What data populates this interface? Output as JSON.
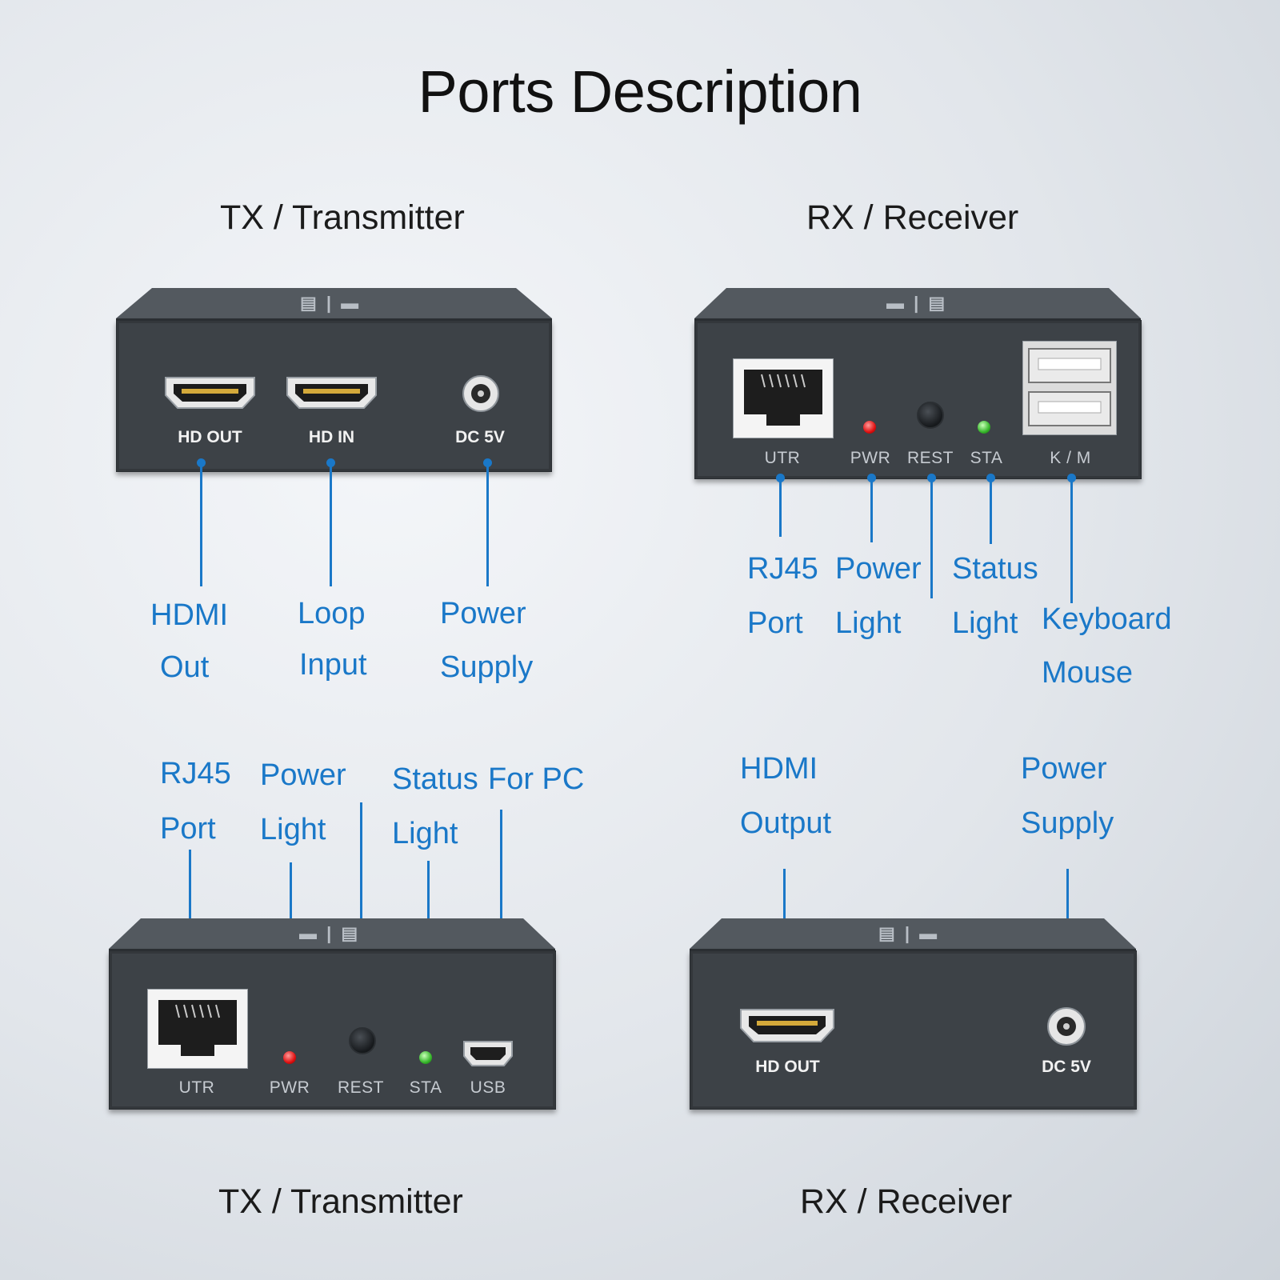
{
  "title": "Ports Description",
  "sections": {
    "tx_top": "TX / Transmitter",
    "rx_top": "RX / Receiver",
    "tx_bottom": "TX / Transmitter",
    "rx_bottom": "RX / Receiver"
  },
  "device_mark": "|",
  "tx_front": {
    "ports": {
      "hd_out": "HD OUT",
      "hd_in": "HD IN",
      "dc": "DC 5V"
    },
    "captions": {
      "hdmi_out": [
        "HDMI",
        "Out"
      ],
      "loop_input": [
        "Loop",
        "Input"
      ],
      "power_supply": [
        "Power",
        "Supply"
      ]
    }
  },
  "rx_back": {
    "ports": {
      "utr": "UTR",
      "pwr": "PWR",
      "rest": "REST",
      "sta": "STA",
      "km": "K / M"
    },
    "captions": {
      "rj45": [
        "RJ45",
        "Port"
      ],
      "power_light": [
        "Power",
        "Light"
      ],
      "status_light": [
        "Status",
        "Light"
      ],
      "keyboard_mouse": [
        "Keyboard",
        "Mouse"
      ]
    }
  },
  "tx_back": {
    "ports": {
      "utr": "UTR",
      "pwr": "PWR",
      "rest": "REST",
      "sta": "STA",
      "usb": "USB"
    },
    "captions": {
      "rj45": [
        "RJ45",
        "Port"
      ],
      "power_light": [
        "Power",
        "Light"
      ],
      "status_light": [
        "Status",
        "Light"
      ],
      "for_pc": "For PC"
    }
  },
  "rx_front": {
    "ports": {
      "hd_out": "HD OUT",
      "dc": "DC 5V"
    },
    "captions": {
      "hdmi_output": [
        "HDMI",
        "Output"
      ],
      "power_supply": [
        "Power",
        "Supply"
      ]
    }
  },
  "colors": {
    "accent": "#1a78c8",
    "device": "#3d4247",
    "led_red": "#e01010",
    "led_green": "#36b62a"
  }
}
